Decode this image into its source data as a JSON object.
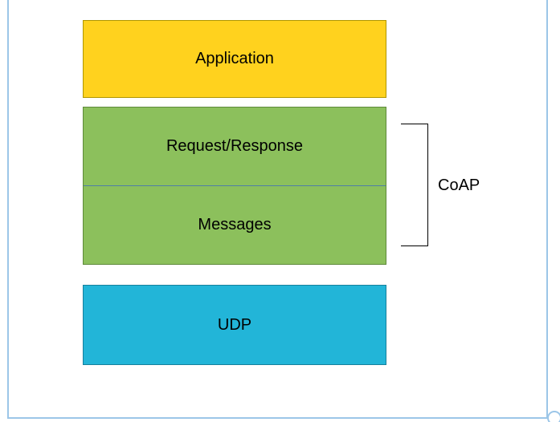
{
  "diagram": {
    "type": "protocol-stack",
    "page_border_color": "#9cc6e8",
    "boxes": {
      "application": {
        "label": "Application",
        "fill": "#ffd21e",
        "stroke": "#b09500"
      },
      "request_response": {
        "label": "Request/Response",
        "fill": "#8cc05c",
        "stroke": "#5e8a3a"
      },
      "messages": {
        "label": "Messages",
        "fill": "#8cc05c",
        "stroke": "#5e8a3a"
      },
      "udp": {
        "label": "UDP",
        "fill": "#22b5d8",
        "stroke": "#16809c"
      }
    },
    "bracket": {
      "label": "CoAP",
      "color": "#000000"
    }
  }
}
